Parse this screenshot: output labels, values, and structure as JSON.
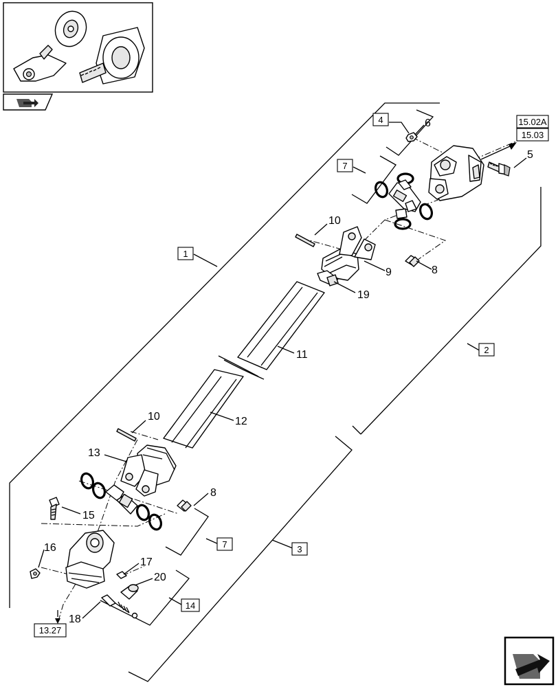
{
  "callouts": {
    "c1": "1",
    "c2": "2",
    "c3": "3",
    "c4": "4",
    "c5": "5",
    "c6": "6",
    "c7a": "7",
    "c7b": "7",
    "c8a": "8",
    "c8b": "8",
    "c9": "9",
    "c10a": "10",
    "c10b": "10",
    "c11": "11",
    "c12": "12",
    "c13": "13",
    "c14": "14",
    "c15": "15",
    "c16": "16",
    "c17": "17",
    "c18": "18",
    "c19": "19",
    "c20": "20"
  },
  "references": {
    "top_a": "15.02A",
    "top_b": "15.03",
    "bottom": "13.27"
  },
  "icons": {
    "thumbnail": "pto-assembly-thumbnail",
    "prev": "previous-page-arrow-icon",
    "next": "next-page-arrow-icon"
  }
}
